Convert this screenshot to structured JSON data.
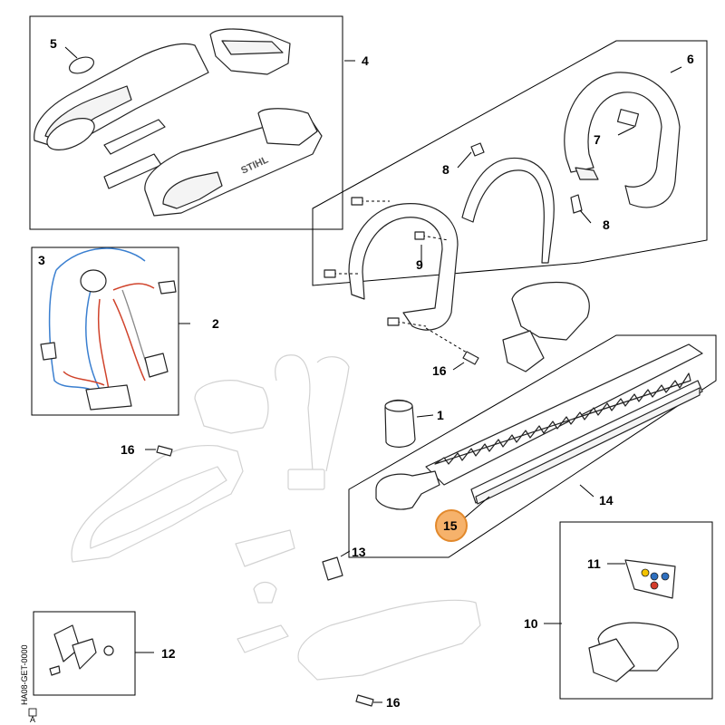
{
  "callouts": {
    "c1": "1",
    "c2": "2",
    "c3": "3",
    "c4": "4",
    "c5": "5",
    "c6": "6",
    "c7": "7",
    "c8a": "8",
    "c8b": "8",
    "c9": "9",
    "c10": "10",
    "c11": "11",
    "c12": "12",
    "c13": "13",
    "c14": "14",
    "c15": "15",
    "c16a": "16",
    "c16b": "16",
    "c16c": "16"
  },
  "drawing_code": "HA08-GET-0000",
  "drawing_rev": "A",
  "housing_brand": "STIHL",
  "colors": {
    "highlight_fill": "#f6b26b",
    "highlight_stroke": "#e2892c",
    "wire_blue": "#3a7fd0",
    "wire_red": "#d0432b",
    "ghost_gray": "#d2d2d2"
  },
  "highlighted_callout": "15"
}
